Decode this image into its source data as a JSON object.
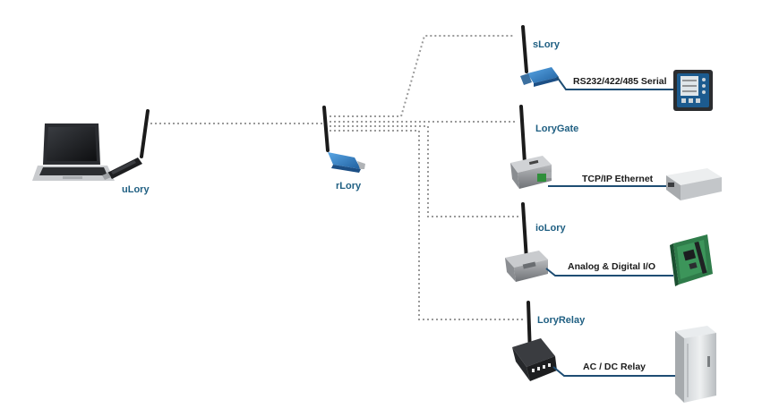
{
  "devices": {
    "ulory": "uLory",
    "rlory": "rLory",
    "slory": "sLory",
    "lorygate": "LoryGate",
    "iolory": "ioLory",
    "loryrelay": "LoryRelay"
  },
  "connections": {
    "serial": "RS232/422/485  Serial",
    "ethernet": "TCP/IP Ethernet",
    "io": "Analog & Digital I/O",
    "relay": "AC / DC Relay"
  },
  "colors": {
    "device_label": "#1f5f82",
    "wire": "#1e4d73",
    "link_dotted": "#9a9a9a",
    "dongle_blue": "#2d7fc4"
  }
}
